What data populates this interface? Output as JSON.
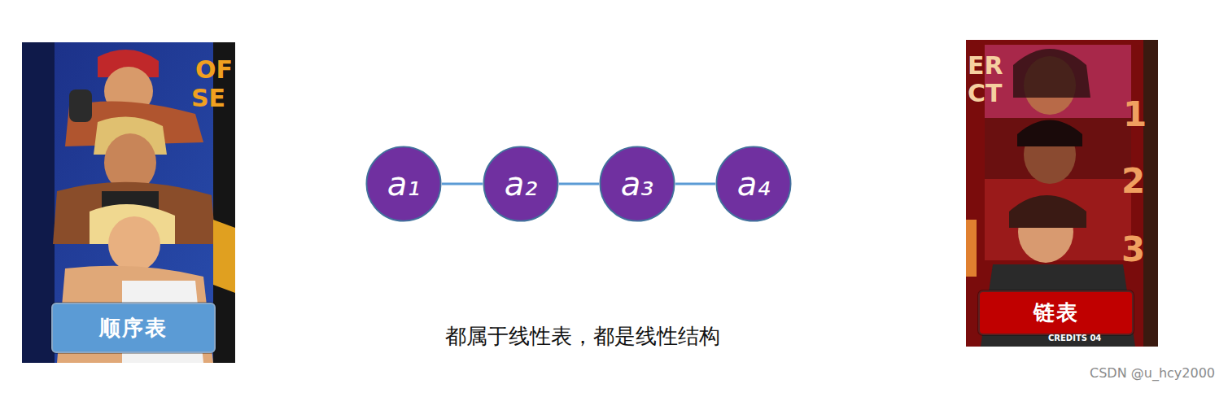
{
  "diagram": {
    "nodes": [
      {
        "text": [
          "顺序表"
        ]
      },
      {
        "text": [
          "a₁"
        ]
      },
      {
        "text": [
          "a₂"
        ]
      },
      {
        "text": [
          "a₃"
        ]
      },
      {
        "text": [
          "a₄"
        ]
      },
      {
        "text": [
          "链表"
        ]
      }
    ],
    "edges": [
      {
        "from": 1,
        "to": 2,
        "arrow": "none"
      },
      {
        "from": 2,
        "to": 3,
        "arrow": "none"
      },
      {
        "from": 3,
        "to": 4,
        "arrow": "none"
      }
    ],
    "labels": [
      "都属于线性表，都是线性结构",
      "OF",
      "SE",
      "ER",
      "CT",
      "1",
      "2",
      "3",
      "CREDITS 04",
      "CSDN @u_hcy2000"
    ]
  }
}
